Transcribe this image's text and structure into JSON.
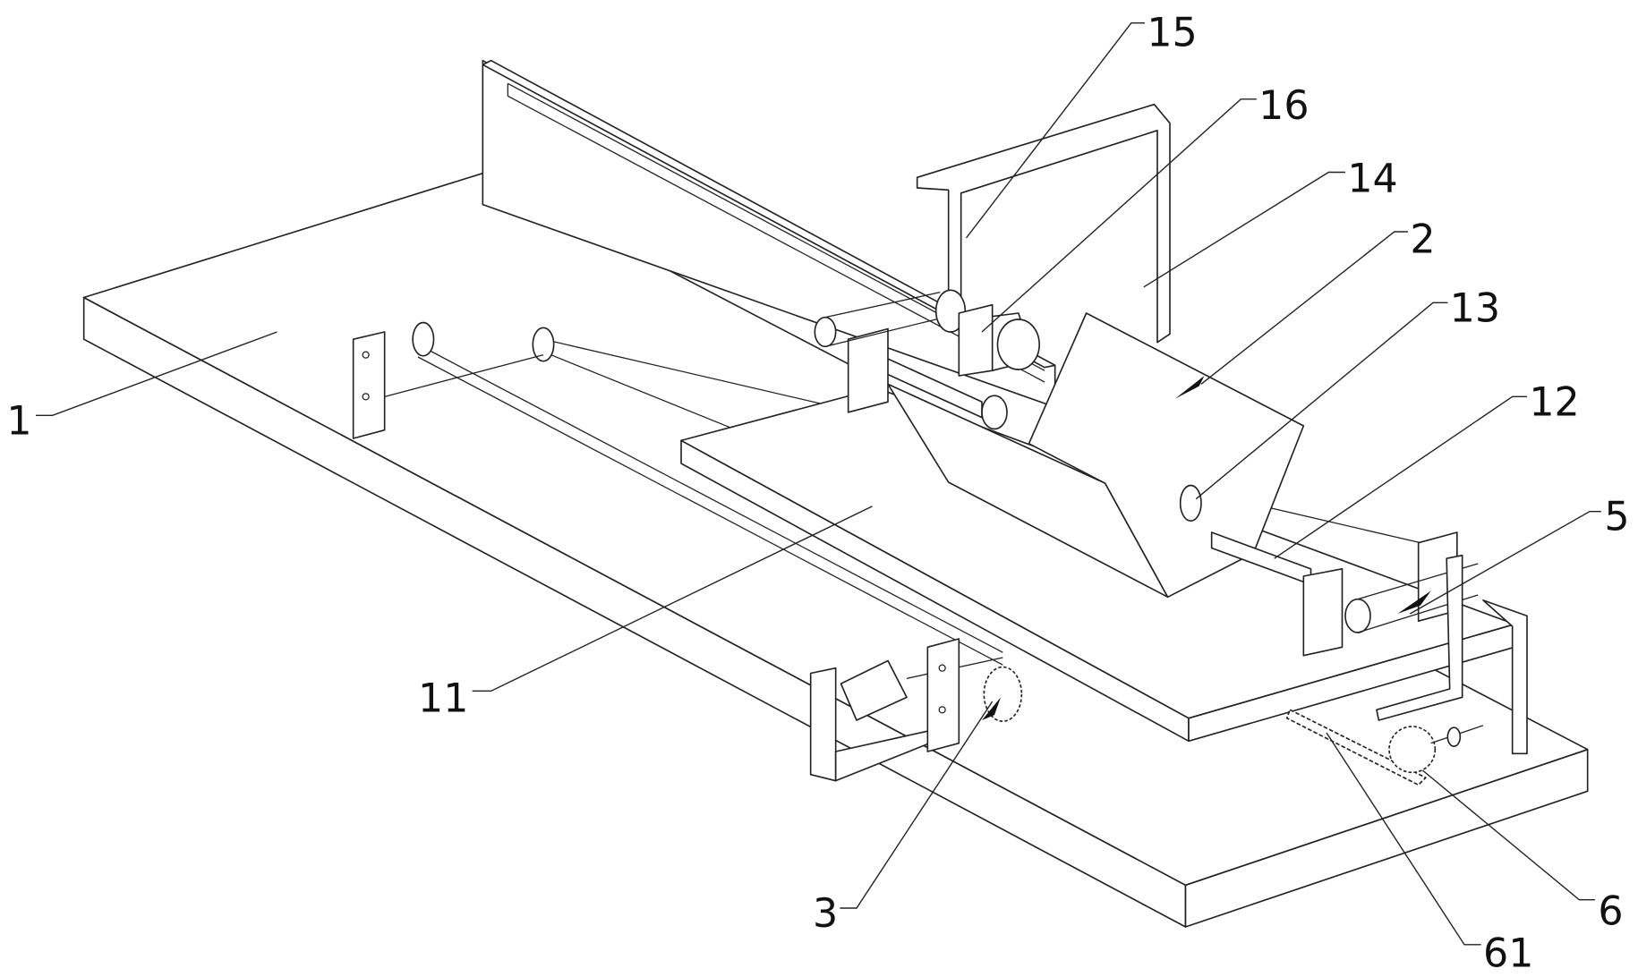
{
  "figure": {
    "type": "patent-drawing",
    "labels": {
      "l1": "1",
      "l2": "2",
      "l3": "3",
      "l5": "5",
      "l6": "6",
      "l11": "11",
      "l12": "12",
      "l13": "13",
      "l14": "14",
      "l15": "15",
      "l16": "16",
      "l61": "61"
    }
  }
}
